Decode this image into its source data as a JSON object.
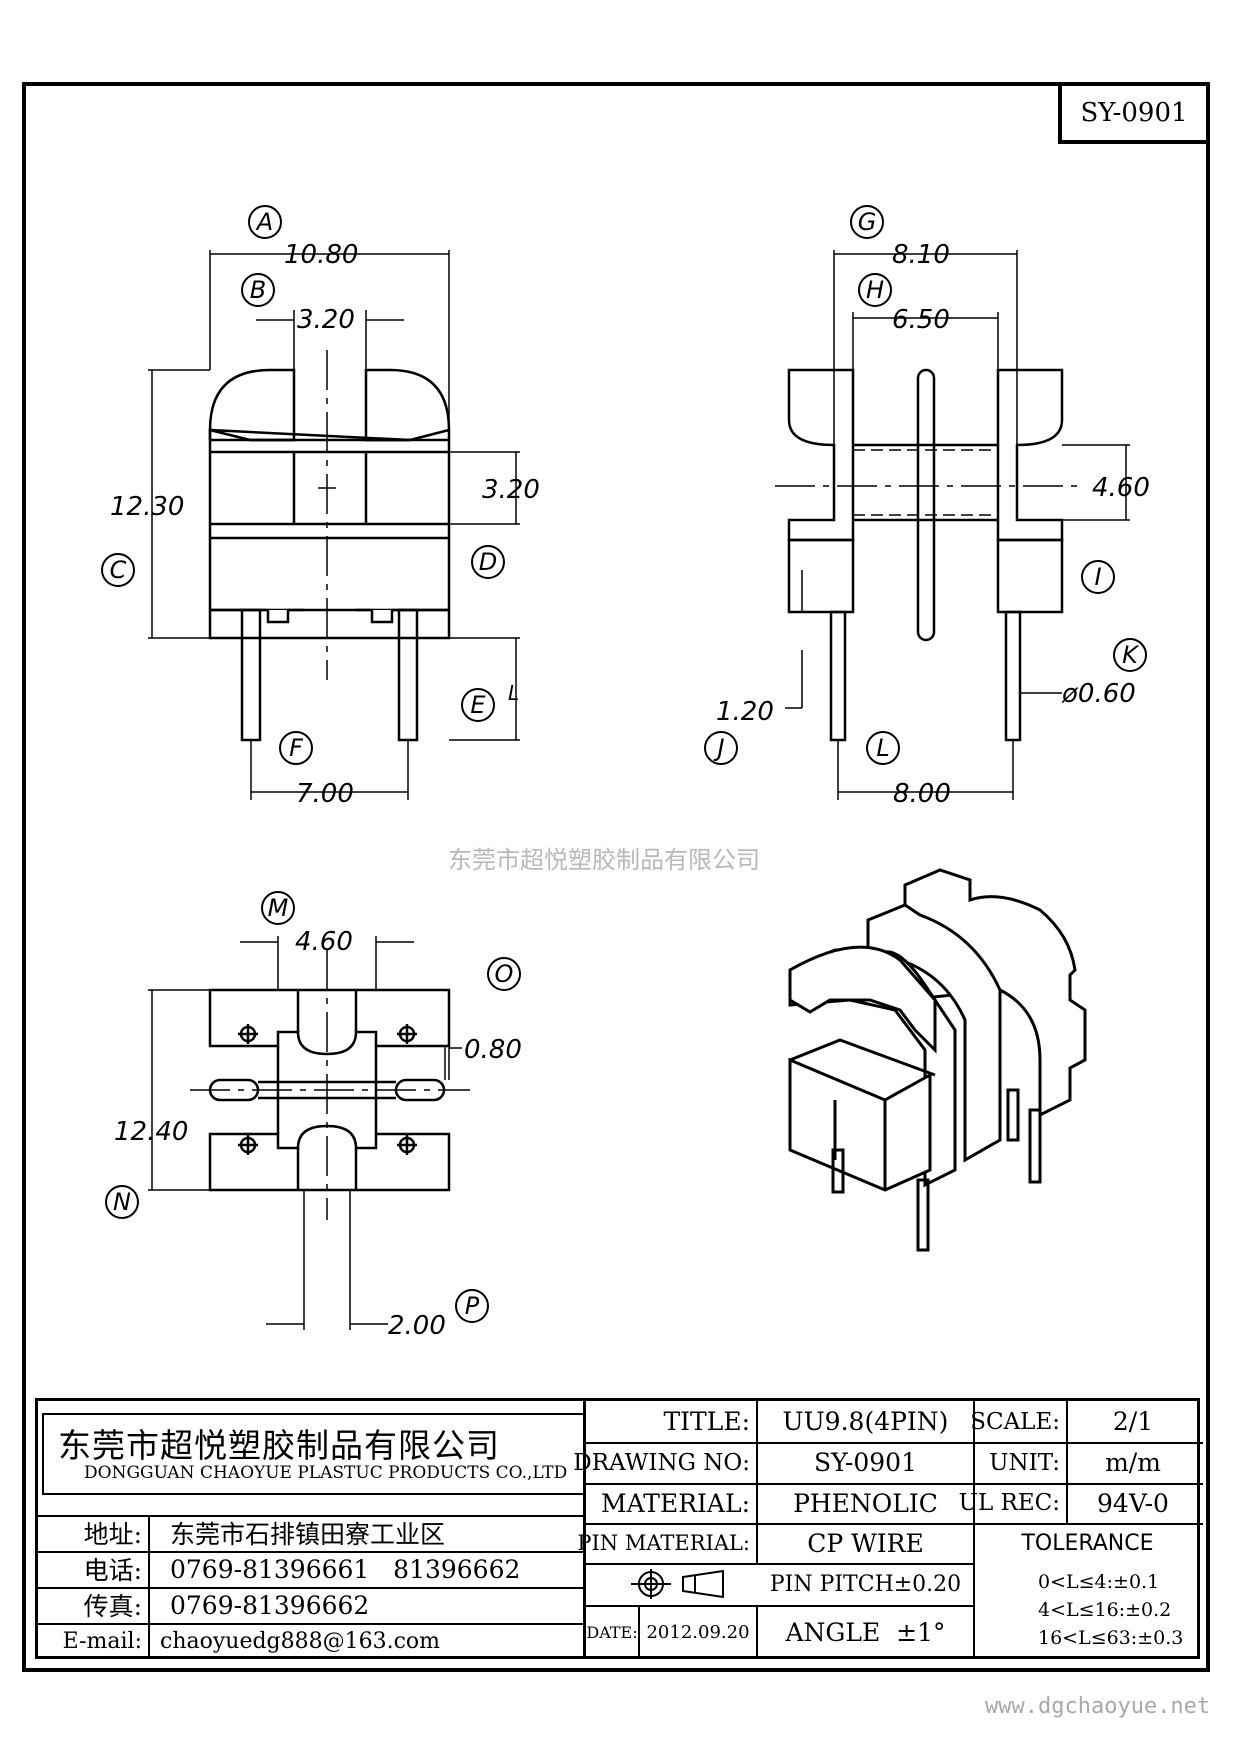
{
  "drawing_code": "SY-0901",
  "watermark_text": "东莞市超悦塑胶制品有限公司",
  "website": "www.dgchaoyue.net",
  "dimensions": {
    "A": "10.80",
    "B": "3.20",
    "C": "12.30",
    "D": "3.20",
    "F": "7.00",
    "G": "8.10",
    "H": "6.50",
    "I": "4.60",
    "J": "1.20",
    "K": "ø0.60",
    "L": "8.00",
    "M": "4.60",
    "O": "0.80",
    "N": "12.40",
    "P": "2.00"
  },
  "callouts": [
    "A",
    "B",
    "C",
    "D",
    "E",
    "F",
    "G",
    "H",
    "I",
    "J",
    "K",
    "L",
    "M",
    "N",
    "O",
    "P"
  ],
  "length_mark": "L",
  "company": {
    "name_cn": "东莞市超悦塑胶制品有限公司",
    "name_en": "DONGGUAN CHAOYUE PLASTUC PRODUCTS CO.,LTD",
    "address_label": "地址:",
    "address": "东莞市石排镇田寮工业区",
    "phone_label": "电话:",
    "phone": "0769-81396661   81396662",
    "fax_label": "传真:",
    "fax": "0769-81396662",
    "email_label": "E-mail:",
    "email": "chaoyuedg888@163.com"
  },
  "title_block": {
    "title_label": "TITLE:",
    "title": "UU9.8(4PIN)",
    "drawing_no_label": "DRAWING NO:",
    "drawing_no": "SY-0901",
    "material_label": "MATERIAL:",
    "material": "PHENOLIC",
    "pin_material_label": "PIN MATERIAL:",
    "pin_material": "CP WIRE",
    "pin_pitch": "PIN PITCH±0.20",
    "date_label": "DATE:",
    "date": "2012.09.20",
    "angle": "ANGLE  ±1°",
    "scale_label": "SCALE:",
    "scale": "2/1",
    "unit_label": "UNIT:",
    "unit": "m/m",
    "ul_label": "UL REC:",
    "ul": "94V-0",
    "tolerance_label": "TOLERANCE",
    "tolerances": [
      "0<L≤4:±0.1",
      "4<L≤16:±0.2",
      "16<L≤63:±0.3"
    ]
  }
}
